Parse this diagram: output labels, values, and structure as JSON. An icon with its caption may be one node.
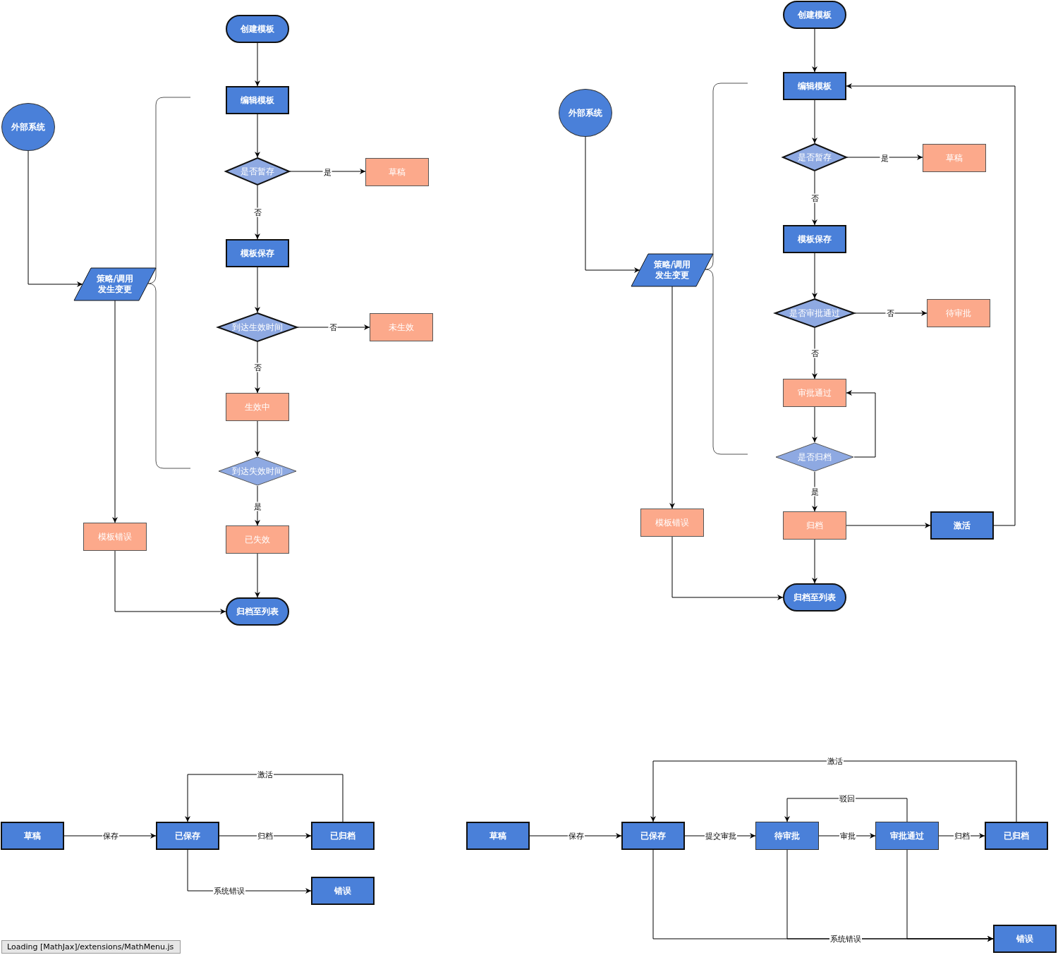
{
  "diagram": {
    "nodes": [
      {
        "text": [
          "创建模板"
        ]
      },
      {
        "text": [
          "编辑模板"
        ]
      },
      {
        "text": [
          "是否暂存"
        ]
      },
      {
        "text": [
          "草稿"
        ]
      },
      {
        "text": [
          "模板保存"
        ]
      },
      {
        "text": [
          "到达生效时间"
        ]
      },
      {
        "text": [
          "未生效"
        ]
      },
      {
        "text": [
          "生效中"
        ]
      },
      {
        "text": [
          "到达失效时间"
        ]
      },
      {
        "text": [
          "已失效"
        ]
      },
      {
        "text": [
          "归档至列表"
        ]
      },
      {
        "text": [
          "外部系统"
        ]
      },
      {
        "text": [
          "策略/调用发生变更"
        ]
      },
      {
        "text": [
          "模板错误"
        ]
      },
      {
        "text": [
          "创建模板"
        ]
      },
      {
        "text": [
          "编辑模板"
        ]
      },
      {
        "text": [
          "是否暂存"
        ]
      },
      {
        "text": [
          "草稿"
        ]
      },
      {
        "text": [
          "模板保存"
        ]
      },
      {
        "text": [
          "是否审批通过"
        ]
      },
      {
        "text": [
          "待审批"
        ]
      },
      {
        "text": [
          "审批通过"
        ]
      },
      {
        "text": [
          "是否归档"
        ]
      },
      {
        "text": [
          "归档"
        ]
      },
      {
        "text": [
          "激活"
        ]
      },
      {
        "text": [
          "归档至列表"
        ]
      },
      {
        "text": [
          "外部系统"
        ]
      },
      {
        "text": [
          "策略/调用发生变更"
        ]
      },
      {
        "text": [
          "模板错误"
        ]
      },
      {
        "text": [
          "草稿"
        ]
      },
      {
        "text": [
          "已保存"
        ]
      },
      {
        "text": [
          "已归档"
        ]
      },
      {
        "text": [
          "错误"
        ]
      },
      {
        "text": [
          "草稿"
        ]
      },
      {
        "text": [
          "已保存"
        ]
      },
      {
        "text": [
          "待审批"
        ]
      },
      {
        "text": [
          "审批通过"
        ]
      },
      {
        "text": [
          "已归档"
        ]
      },
      {
        "text": [
          "错误"
        ]
      }
    ],
    "edges": [
      {
        "from": 0,
        "to": 1,
        "arrow": "to"
      },
      {
        "from": 1,
        "to": 2,
        "arrow": "to"
      },
      {
        "from": 2,
        "to": 3,
        "arrow": "to",
        "label": "是"
      },
      {
        "from": 2,
        "to": 4,
        "arrow": "to",
        "label": "否"
      },
      {
        "from": 4,
        "to": 5,
        "arrow": "to"
      },
      {
        "from": 5,
        "to": 6,
        "arrow": "to",
        "label": "否"
      },
      {
        "from": 5,
        "to": 7,
        "arrow": "to",
        "label": "否"
      },
      {
        "from": 7,
        "to": 8,
        "arrow": "to"
      },
      {
        "from": 8,
        "to": 9,
        "arrow": "to",
        "label": "是"
      },
      {
        "from": 9,
        "to": 10,
        "arrow": "to"
      },
      {
        "from": 11,
        "to": 12,
        "arrow": "to"
      },
      {
        "from": 12,
        "to": 13,
        "arrow": "to"
      },
      {
        "from": 13,
        "to": 10,
        "arrow": "to"
      },
      {
        "from": 14,
        "to": 15,
        "arrow": "to"
      },
      {
        "from": 15,
        "to": 16,
        "arrow": "to"
      },
      {
        "from": 16,
        "to": 17,
        "arrow": "to",
        "label": "是"
      },
      {
        "from": 16,
        "to": 18,
        "arrow": "to",
        "label": "否"
      },
      {
        "from": 18,
        "to": 19,
        "arrow": "to"
      },
      {
        "from": 19,
        "to": 20,
        "arrow": "to",
        "label": "否"
      },
      {
        "from": 19,
        "to": 21,
        "arrow": "to",
        "label": "否"
      },
      {
        "from": 21,
        "to": 22,
        "arrow": "to"
      },
      {
        "from": 22,
        "to": 21,
        "arrow": "to"
      },
      {
        "from": 22,
        "to": 23,
        "arrow": "to",
        "label": "是"
      },
      {
        "from": 23,
        "to": 24,
        "arrow": "to"
      },
      {
        "from": 24,
        "to": 15,
        "arrow": "to"
      },
      {
        "from": 23,
        "to": 25,
        "arrow": "to"
      },
      {
        "from": 26,
        "to": 27,
        "arrow": "to"
      },
      {
        "from": 27,
        "to": 28,
        "arrow": "to"
      },
      {
        "from": 28,
        "to": 25,
        "arrow": "to"
      },
      {
        "from": 29,
        "to": 30,
        "arrow": "to",
        "label": "保存"
      },
      {
        "from": 30,
        "to": 31,
        "arrow": "to",
        "label": "归档"
      },
      {
        "from": 31,
        "to": 30,
        "arrow": "to",
        "label": "激活"
      },
      {
        "from": 30,
        "to": 32,
        "arrow": "to",
        "label": "系统错误"
      },
      {
        "from": 33,
        "to": 34,
        "arrow": "to",
        "label": "保存"
      },
      {
        "from": 34,
        "to": 35,
        "arrow": "to",
        "label": "提交审批"
      },
      {
        "from": 35,
        "to": 36,
        "arrow": "to",
        "label": "审批"
      },
      {
        "from": 36,
        "to": 37,
        "arrow": "to",
        "label": "归档"
      },
      {
        "from": 37,
        "to": 34,
        "arrow": "to",
        "label": "激活"
      },
      {
        "from": 36,
        "to": 35,
        "arrow": "to",
        "label": "驳回"
      },
      {
        "from": 34,
        "to": 38,
        "arrow": "to",
        "label": "系统错误"
      },
      {
        "from": 35,
        "to": 38,
        "arrow": "to"
      },
      {
        "from": 36,
        "to": 38,
        "arrow": "to"
      }
    ],
    "labels": [
      "Loading [MathJax]/extensions/MathMenu.js"
    ]
  }
}
